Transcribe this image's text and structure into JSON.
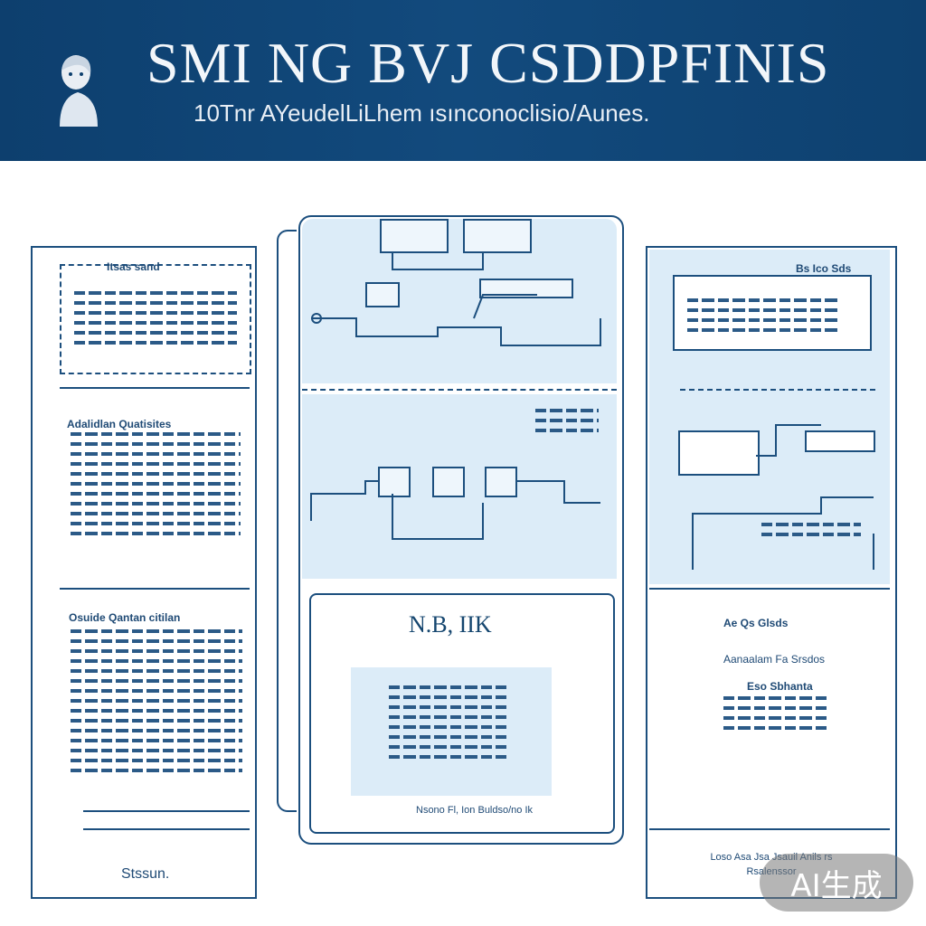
{
  "banner": {
    "title": "SMI NG BVJ CSDDPFINIS",
    "subtitle": "10Tnr AYeudelLiLhem ısınconoclisio/Aunes.",
    "portrait_icon": "person-portrait-icon"
  },
  "left_column": {
    "section1_title": "Itsas sand",
    "section2_title": "Adalidlan Quatisites",
    "section3_title": "Osuide Qantan citilan",
    "footer": "Stssun."
  },
  "center_column": {
    "card_title": "N.B, IIK",
    "card_caption": "Nsono Fl, Ion Buldso/no Ik"
  },
  "right_column": {
    "section1_title": "Bs Ico Sds",
    "section3_title": "Ae Qs Glsds",
    "section3_sub": "Aanaalam Fa Srsdos",
    "section3_sub2": "Eso Sbhanta",
    "footer": "Loso Asa Jsa Jsauil Anils rs Rsalenssor"
  },
  "watermark": {
    "label": "AI生成"
  }
}
